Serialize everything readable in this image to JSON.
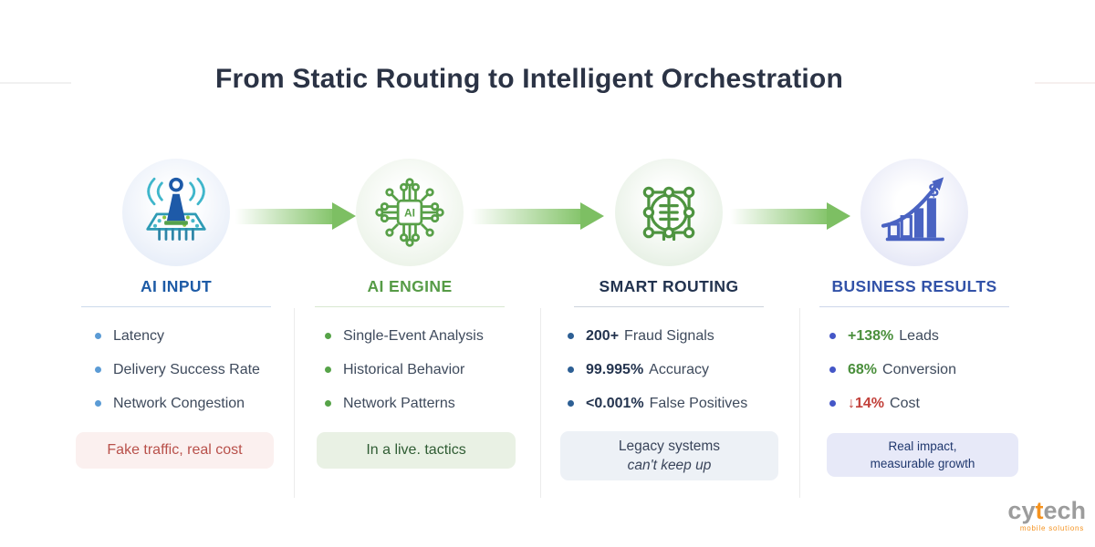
{
  "title": "From Static Routing to Intelligent Orchestration",
  "columns": [
    {
      "heading": "AI INPUT",
      "icon": "antenna-broadcast-chip-icon",
      "items": [
        {
          "label": "Latency"
        },
        {
          "label": "Delivery Success Rate"
        },
        {
          "label": "Network Congestion"
        }
      ],
      "callout": {
        "line1": "Fake traffic, real cost"
      }
    },
    {
      "heading": "AI ENGINE",
      "icon": "ai-chip-circuit-icon",
      "items": [
        {
          "label": "Single-Event Analysis"
        },
        {
          "label": "Historical Behavior"
        },
        {
          "label": "Network Patterns"
        }
      ],
      "callout": {
        "line1": "In a live. tactics"
      }
    },
    {
      "heading": "SMART ROUTING",
      "icon": "brain-network-icon",
      "items": [
        {
          "value": "200+",
          "label": "Fraud Signals"
        },
        {
          "value": "99.995%",
          "label": "Accuracy"
        },
        {
          "value": "<0.001%",
          "label": "False Positives"
        }
      ],
      "callout": {
        "line1": "Legacy systems",
        "line2": "can't keep up"
      }
    },
    {
      "heading": "BUSINESS RESULTS",
      "icon": "growth-chart-dollar-icon",
      "items": [
        {
          "value": "+138%",
          "label": "Leads"
        },
        {
          "value": "68%",
          "label": "Conversion"
        },
        {
          "value": "↓14%",
          "label": "Cost"
        }
      ],
      "callout": {
        "line1": "Real impact,",
        "line2": "measurable growth"
      }
    }
  ],
  "colors": {
    "title": "#2b3345",
    "heading_ai_input": "#1d5ba6",
    "heading_ai_engine": "#569b46",
    "heading_smart_routing": "#22334f",
    "heading_business_results": "#3252a8",
    "arrow_green": "#7dbf63",
    "value_navy": "#24344f",
    "value_green": "#4a8f3c",
    "value_red": "#c2403a",
    "callout_red_text": "#b8504a",
    "callout_green_text": "#2f5c33",
    "logo_orange": "#f5921e",
    "logo_gray": "#9c9c9c"
  },
  "logo": {
    "brand": "cytech",
    "brand_cy": "cy",
    "brand_t": "t",
    "brand_ech": "ech",
    "tagline": "mobile solutions"
  }
}
